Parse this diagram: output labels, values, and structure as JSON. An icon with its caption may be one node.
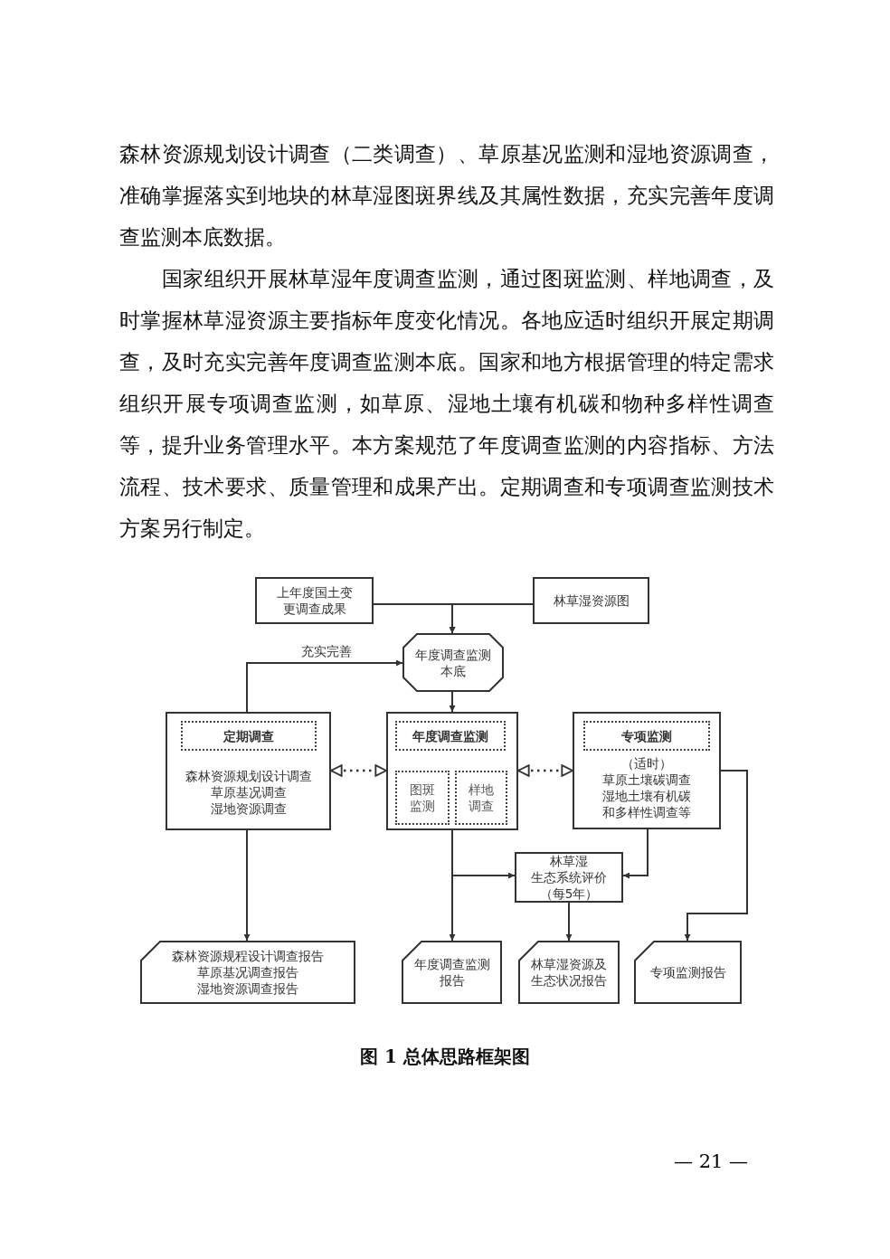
{
  "diagram": {
    "caption": "图 1 总体思路框架图",
    "nodes": [
      {
        "text": [
          "上年度国土变更调查成果"
        ]
      },
      {
        "text": [
          "林草湿资源图"
        ]
      },
      {
        "text": [
          "年度调查监测本底"
        ]
      },
      {
        "text": [
          "森林资源规划设计调查",
          "草原基况调查",
          "湿地资源调查"
        ]
      },
      {
        "text": [
          "定期调查"
        ],
        "in": 3
      },
      {
        "text": [],
        "shape": "box"
      },
      {
        "text": [
          "年度调查监测"
        ],
        "in": 5
      },
      {
        "text": [
          "图斑监测"
        ],
        "in": 5
      },
      {
        "text": [
          "样地调查"
        ],
        "in": 5
      },
      {
        "text": [
          "（适时）",
          "草原土壤碳调查",
          "湿地土壤有机碳和多样性调查等"
        ]
      },
      {
        "text": [
          "专项监测"
        ],
        "in": 9
      },
      {
        "text": [
          "林草湿生态系统评价",
          "（每5年）"
        ]
      },
      {
        "text": [
          "森林资源规程设计调查报告",
          "草原基况调查报告",
          "湿地资源调查报告"
        ]
      },
      {
        "text": [
          "年度调查监测报告"
        ]
      },
      {
        "text": [
          "林草湿资源及生态状况报告"
        ]
      },
      {
        "text": [
          "专项监测报告"
        ]
      }
    ],
    "edges": [
      {
        "from": 0,
        "to": 2,
        "arrow": "to"
      },
      {
        "from": 1,
        "to": 2,
        "arrow": "to"
      },
      {
        "from": 3,
        "to": 2,
        "arrow": "to",
        "label": "充实完善"
      },
      {
        "from": 2,
        "to": 5,
        "arrow": "to"
      },
      {
        "from": 3,
        "to": 5,
        "arrow": "both",
        "style": "dashed"
      },
      {
        "from": 5,
        "to": 9,
        "arrow": "both",
        "style": "dashed"
      },
      {
        "from": 5,
        "to": 11,
        "arrow": "to"
      },
      {
        "from": 5,
        "to": 13,
        "arrow": "to"
      },
      {
        "from": 9,
        "to": 11,
        "arrow": "to"
      },
      {
        "from": 9,
        "to": 15,
        "arrow": "to"
      },
      {
        "from": 11,
        "to": 14,
        "arrow": "to"
      },
      {
        "from": 3,
        "to": 12,
        "arrow": "to"
      }
    ],
    "labels": [
      "森林资源规划设计调查（二类调查）、草原基况监测和湿地资源调查，准确掌握落实到地块的林草湿图斑界线及其属性数据，充实完善年度调查监测本底数据。",
      "国家组织开展林草湿年度调查监测，通过图斑监测、样地调查，及时掌握林草湿资源主要指标年度变化情况。各地应适时组织开展定期调查，及时充实完善年度调查监测本底。国家和地方根据管理的特定需求组织开展专项调查监测，如草原、湿地土壤有机碳和物种多样性调查等，提升业务管理水平。本方案规范了年度调查监测的内容指标、方法流程、技术要求、质量管理和成果产出。定期调查和专项调查监测技术方案另行制定。",
      "— 21 —"
    ]
  }
}
